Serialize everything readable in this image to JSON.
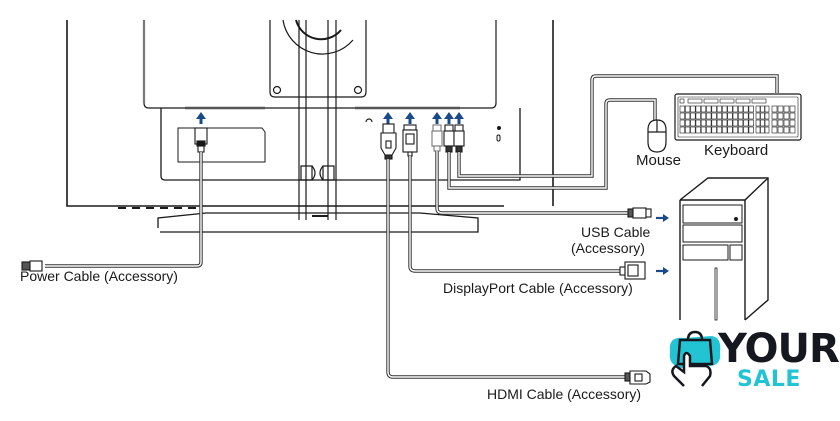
{
  "diagram": {
    "title": "Monitor cable connection diagram",
    "devices": {
      "mouse": "Mouse",
      "keyboard": "Keyboard"
    },
    "cables": {
      "power": "Power Cable (Accessory)",
      "usb_line1": "USB Cable",
      "usb_line2": "(Accessory)",
      "displayport": "DisplayPort Cable (Accessory)",
      "hdmi": "HDMI Cable (Accessory)"
    },
    "colors": {
      "arrow": "#1b4a8a",
      "line": "#1a1a1a",
      "logo_accent": "#22c4d4",
      "logo_dark": "#15181f"
    }
  },
  "watermark": {
    "line1": "YOUR",
    "line2": "SALE"
  }
}
